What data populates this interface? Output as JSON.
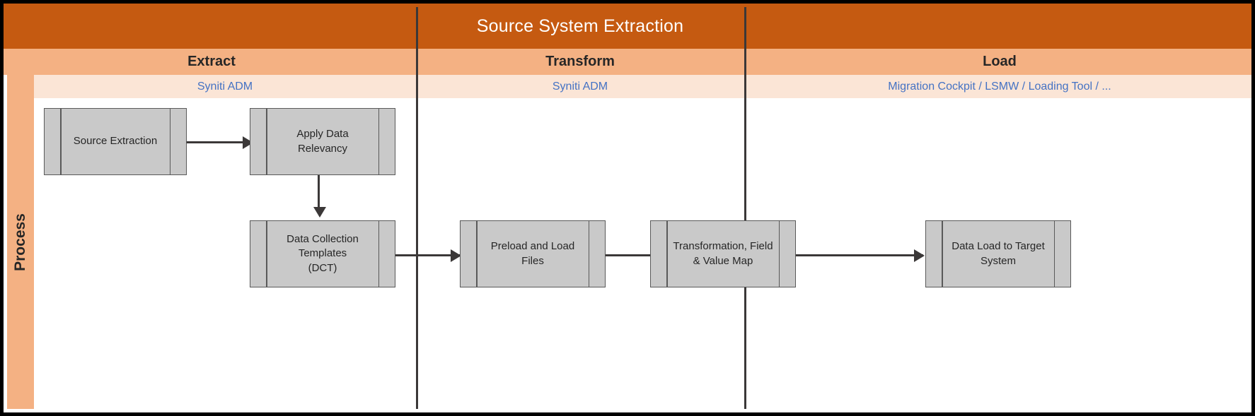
{
  "diagram": {
    "title": "Source System Extraction",
    "lane_label": "Process",
    "columns": [
      {
        "phase": "Extract",
        "tool": "Syniti ADM"
      },
      {
        "phase": "Transform",
        "tool": "Syniti ADM"
      },
      {
        "phase": "Load",
        "tool": "Migration Cockpit / LSMW / Loading Tool / ..."
      }
    ],
    "nodes": [
      {
        "id": "source-extraction",
        "label": "Source Extraction"
      },
      {
        "id": "apply-data-relevancy",
        "label": "Apply Data\nRelevancy"
      },
      {
        "id": "data-collection-templates",
        "label": "Data Collection\nTemplates\n(DCT)"
      },
      {
        "id": "preload-and-load-files",
        "label": "Preload and Load\nFiles"
      },
      {
        "id": "transformation-field-value-map",
        "label": "Transformation, Field\n& Value Map"
      },
      {
        "id": "data-load-to-target-system",
        "label": "Data Load to Target\nSystem"
      }
    ],
    "colors": {
      "title_band": "#C55A11",
      "phase_band": "#F4B183",
      "tool_band": "#FBE5D6",
      "tool_text": "#4472C4",
      "node_fill": "#C9C9C9",
      "node_stroke": "#595959",
      "connector": "#3B3838"
    }
  }
}
